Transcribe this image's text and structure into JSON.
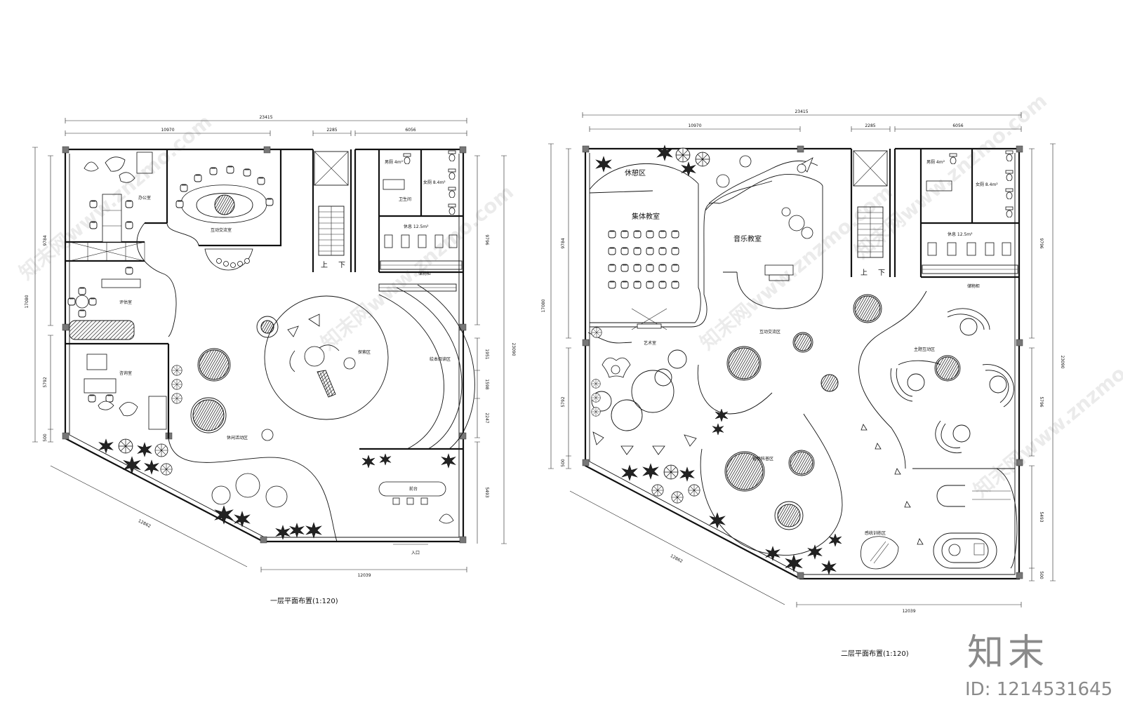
{
  "watermark": {
    "text": "知末网www.znzmo.com",
    "brand": "知末",
    "image_id": "ID: 1214531645"
  },
  "plan1": {
    "title": "一层平面布置(1:120)",
    "dims": {
      "top_total": "23415",
      "top_left": "10970",
      "top_mid": "2285",
      "top_right": "6056",
      "left_total": "17080",
      "left_a": "9784",
      "left_b": "5792",
      "left_c": "500",
      "right_total": "23090",
      "right_a": "9796",
      "right_b": "1951",
      "right_c": "1598",
      "right_d": "2247",
      "right_e": "5493",
      "bottom": "12039",
      "diag": "12862"
    },
    "rooms": {
      "r1": "办公室",
      "r2": "互动交流室",
      "r3": "男厕 4m²",
      "r4": "女厕 8.4m²",
      "r5": "卫生间",
      "r6": "休息 12.5m²",
      "r7": "评估室",
      "r8": "咨询室",
      "r9": "探索区",
      "r10": "绘本阅读区",
      "r11": "休闲活动区",
      "r12": "前台",
      "r13": "上",
      "r14": "下",
      "r15": "入口",
      "r16": "储物柜"
    }
  },
  "plan2": {
    "title": "二层平面布置(1:120)",
    "dims": {
      "top_total": "23415",
      "top_left": "10970",
      "top_mid": "2285",
      "top_right": "6056",
      "left_total": "17080",
      "left_a": "9784",
      "left_b": "5792",
      "left_c": "500",
      "right_total": "23090",
      "right_a": "9796",
      "right_b": "5796",
      "right_c": "5493",
      "right_d": "500",
      "bottom": "12039",
      "diag": "12862"
    },
    "rooms": {
      "r1": "休憩区",
      "r2": "集体教室",
      "r3": "音乐教室",
      "r4": "男厕 4m²",
      "r5": "女厕 8.4m²",
      "r6": "休息 12.5m²",
      "r7": "互动交流区",
      "r8": "主题互动区",
      "r9": "感统训练区",
      "r10": "植物科普区",
      "r11": "上",
      "r12": "下",
      "r13": "艺术室",
      "r14": "储物柜"
    }
  }
}
